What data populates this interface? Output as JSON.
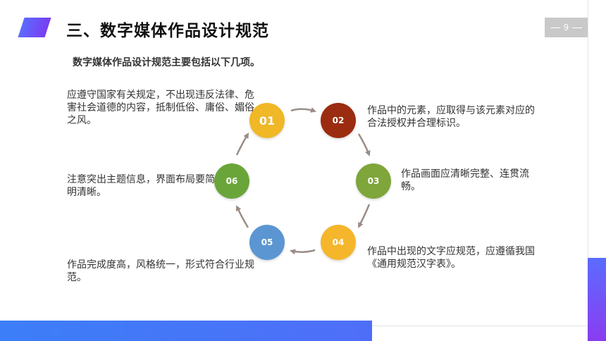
{
  "header": {
    "title": "三、数字媒体作品设计规范",
    "page_number": "9"
  },
  "subtitle": "数字媒体作品设计规范主要包括以下几项。",
  "items": [
    {
      "num": "01",
      "color": "#f0b727",
      "text": "应遵守国家有关规定，不出现违反法律、危害社会道德的内容，抵制低俗、庸俗、媚俗之风。"
    },
    {
      "num": "02",
      "color": "#9c2c10",
      "text": "作品中的元素，应取得与该元素对应的合法授权并合理标识。"
    },
    {
      "num": "03",
      "color": "#7ea63b",
      "text": "作品画面应清晰完整、连贯流畅。"
    },
    {
      "num": "04",
      "color": "#f5b62b",
      "text": "作品中出现的文字应规范，应遵循我国《通用规范汉字表》。"
    },
    {
      "num": "05",
      "color": "#5b96d3",
      "text": "作品完成度高，风格统一，形式符合行业规范。"
    },
    {
      "num": "06",
      "color": "#6aa53a",
      "text": "注意突出主题信息，界面布局要简明清晰。"
    }
  ],
  "colors": {
    "accent_blue": "#3c7ef7",
    "accent_purple": "#7a3cf0",
    "arrow": "#9a8d86"
  }
}
